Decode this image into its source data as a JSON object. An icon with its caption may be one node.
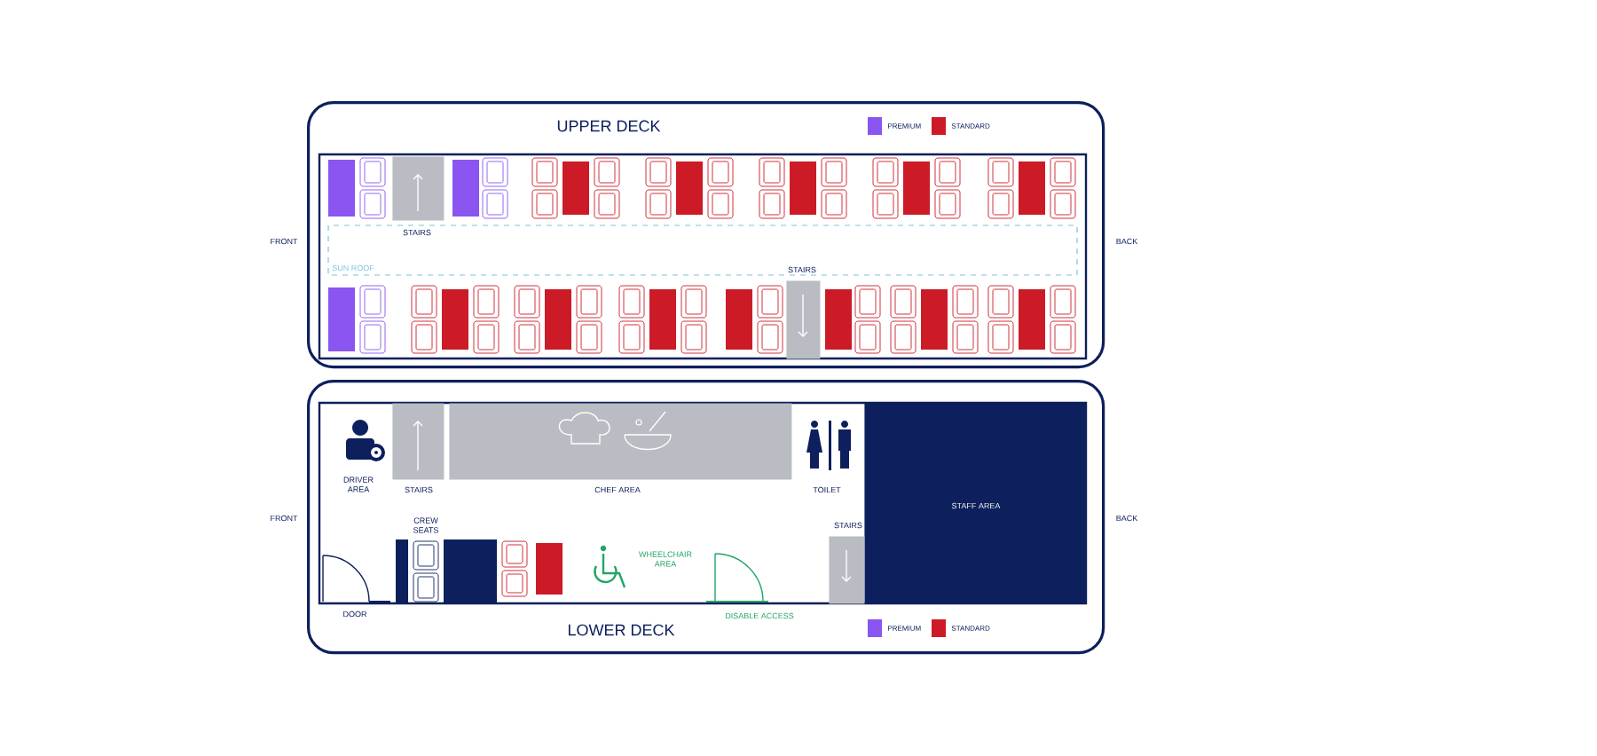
{
  "diagram": {
    "nodes": [
      {
        "text": [
          "UPPER DECK"
        ]
      },
      {
        "text": [
          "STAIRS"
        ],
        "in": 0
      },
      {
        "text": [
          "STAIRS"
        ],
        "in": 0
      },
      {
        "text": [
          "LOWER DECK"
        ]
      },
      {
        "text": [
          "STAIRS"
        ],
        "in": 3
      },
      {
        "text": [
          "CHEF AREA"
        ],
        "in": 3
      },
      {
        "text": [
          "STAFF AREA"
        ],
        "in": 3
      },
      {
        "text": [
          "STAIRS"
        ],
        "in": 3
      }
    ],
    "labels": [
      "SUN ROOF",
      "FRONT",
      "BACK",
      "DRIVER AREA",
      "TOILET",
      "FRONT",
      "BACK",
      "CREW SEATS",
      "WHEELCHAIR AREA",
      "DOOR",
      "DISABLE ACCESS"
    ],
    "legend": [
      {
        "text": "PREMIUM",
        "color": "#8a55f0"
      },
      {
        "text": "STANDARD",
        "color": "#cc1b26"
      },
      {
        "text": "PREMIUM",
        "color": "#8a55f0"
      },
      {
        "text": "STANDARD",
        "color": "#cc1b26"
      }
    ]
  }
}
